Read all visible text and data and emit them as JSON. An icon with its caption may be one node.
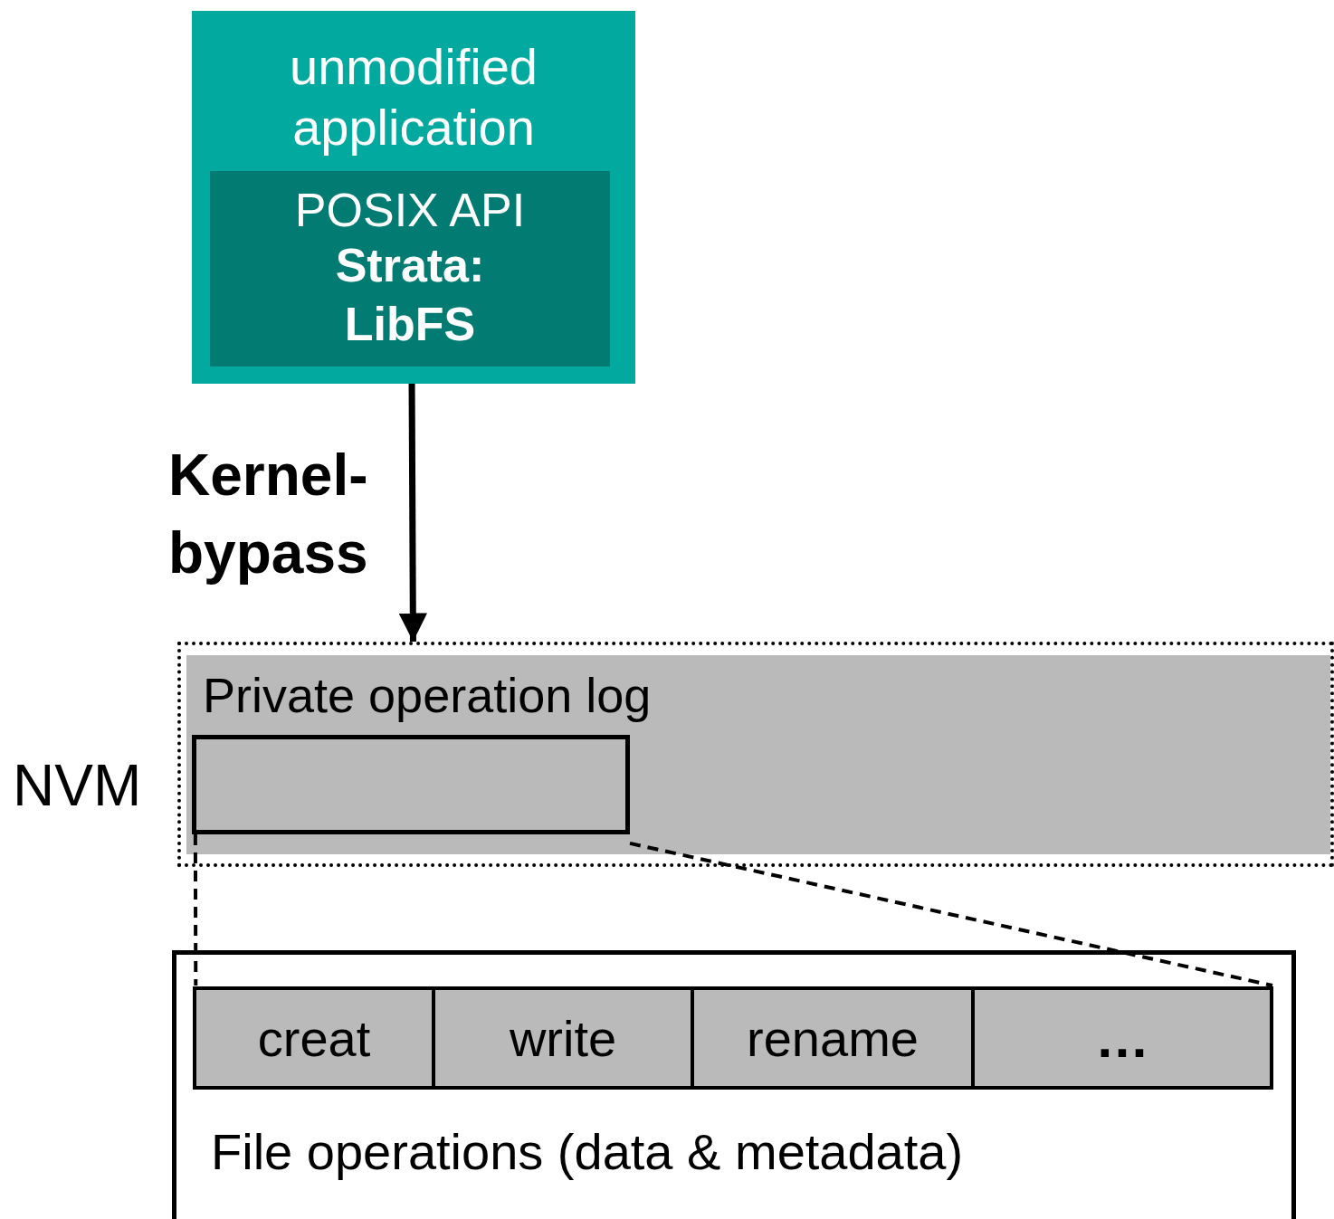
{
  "diagram": {
    "nodes": [
      {
        "text": [
          "unmodified application"
        ]
      },
      {
        "text": [
          "POSIX API",
          "Strata: LibFS"
        ],
        "in": 0
      },
      {
        "text": [],
        "shape": "box",
        "beside": [
          "NVM"
        ]
      },
      {
        "text": [
          "Private operation log"
        ],
        "in": 2
      },
      {
        "text": [],
        "shape": "box",
        "in": 3
      },
      {
        "text": [
          "File operations (data & metadata)"
        ]
      },
      {
        "text": [
          "creat"
        ],
        "in": 5
      },
      {
        "text": [
          "write"
        ],
        "in": 5
      },
      {
        "text": [
          "rename"
        ],
        "in": 5
      },
      {
        "text": [
          "…"
        ],
        "in": 5
      }
    ],
    "edges": [
      {
        "from": 0,
        "to": 2,
        "arrow": "to",
        "label": "Kernel-bypass"
      },
      {
        "from": 4,
        "to": 6,
        "arrow": "none",
        "style": "dashed"
      },
      {
        "from": 4,
        "to": 9,
        "arrow": "none",
        "style": "dashed"
      }
    ]
  }
}
